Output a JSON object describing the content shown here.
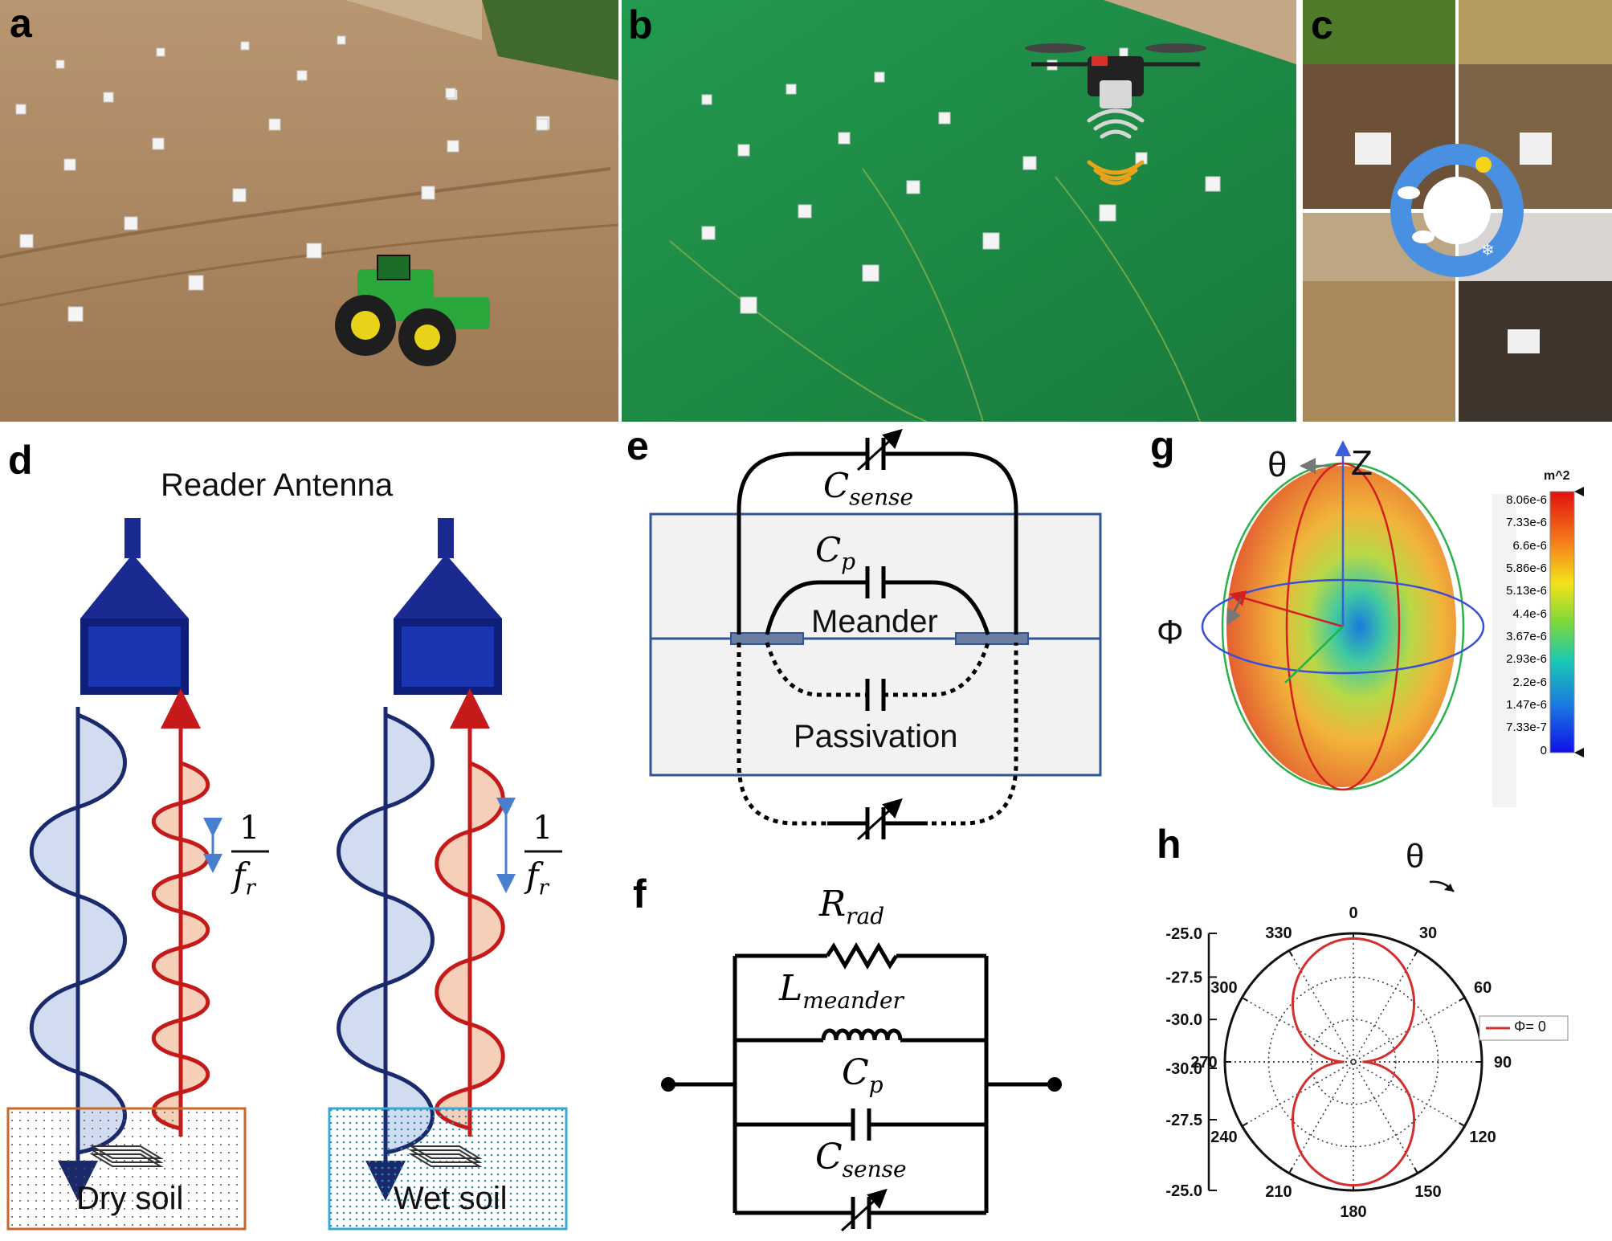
{
  "panels": {
    "a": {
      "label": "a"
    },
    "b": {
      "label": "b"
    },
    "c": {
      "label": "c"
    },
    "d": {
      "label": "d",
      "title": "Reader Antenna",
      "fraction_num": "1",
      "fraction_den": "f",
      "fraction_sub": "r",
      "soil_dry": "Dry soil",
      "soil_wet": "Wet soil"
    },
    "e": {
      "label": "e",
      "c_sense": "C",
      "c_sense_sub": "sense",
      "c_p": "C",
      "c_p_sub": "p",
      "meander": "Meander",
      "passivation": "Passivation"
    },
    "f": {
      "label": "f",
      "r_rad": "R",
      "r_rad_sub": "rad",
      "l_meander": "L",
      "l_meander_sub": "meander",
      "c_p": "C",
      "c_p_sub": "p",
      "c_sense": "C",
      "c_sense_sub": "sense"
    },
    "g": {
      "label": "g",
      "theta": "θ",
      "z": "Z",
      "phi": "Φ",
      "unit": "m^2",
      "scale": [
        "8.06e-6",
        "7.33e-6",
        "6.6e-6",
        "5.86e-6",
        "5.13e-6",
        "4.4e-6",
        "3.67e-6",
        "2.93e-6",
        "2.2e-6",
        "1.47e-6",
        "7.33e-7",
        "0"
      ]
    },
    "h": {
      "label": "h",
      "theta": "θ",
      "legend": "Φ= 0"
    }
  },
  "chart_data": {
    "type": "polar",
    "radial_ticks": [
      "-25.0",
      "-27.5",
      "-30.0",
      "-30.0",
      "-27.5",
      "-25.0"
    ],
    "angle_ticks": [
      "0",
      "30",
      "60",
      "90",
      "120",
      "150",
      "180",
      "210",
      "240",
      "270",
      "300",
      "330"
    ],
    "series": [
      {
        "name": "Φ= 0",
        "color": "#d32f2f"
      }
    ]
  },
  "colors": {
    "navy": "#1a2a6c",
    "red": "#c61a1a",
    "field_green": "#1f8a46",
    "soil": "#a17c55"
  }
}
